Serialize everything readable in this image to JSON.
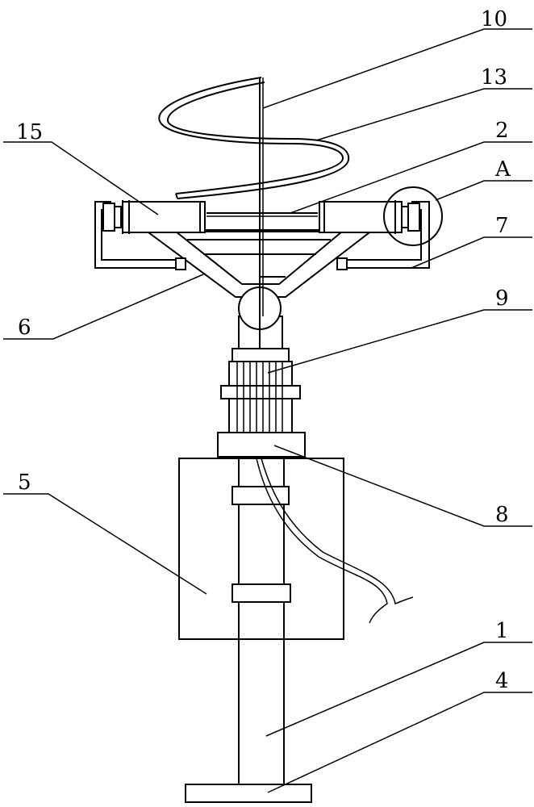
{
  "labels": {
    "l10": "10",
    "l13": "13",
    "l2": "2",
    "lA": "A",
    "l15": "15",
    "l7": "7",
    "l9": "9",
    "l6": "6",
    "l5": "5",
    "l8": "8",
    "l1": "1",
    "l4": "4"
  }
}
